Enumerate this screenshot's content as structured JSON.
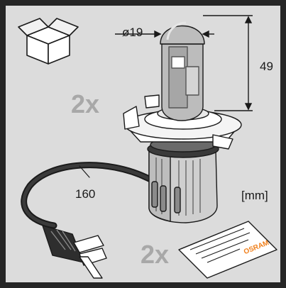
{
  "diagram": {
    "diameter_label": "ø19",
    "height_label": "49",
    "cable_label": "160",
    "unit_label": "[mm]",
    "bulb_quantity": "2x",
    "leaflet_quantity": "2x",
    "brand_label": "OSRAM"
  },
  "colors": {
    "background": "#dcdcdc",
    "frame": "#262626",
    "brand": "#f07f1a",
    "quantity_text": "#a8a8a8"
  },
  "icons": [
    "package-box-icon",
    "led-bulb-illustration",
    "connector-plug-icon",
    "leaflet-icon"
  ]
}
